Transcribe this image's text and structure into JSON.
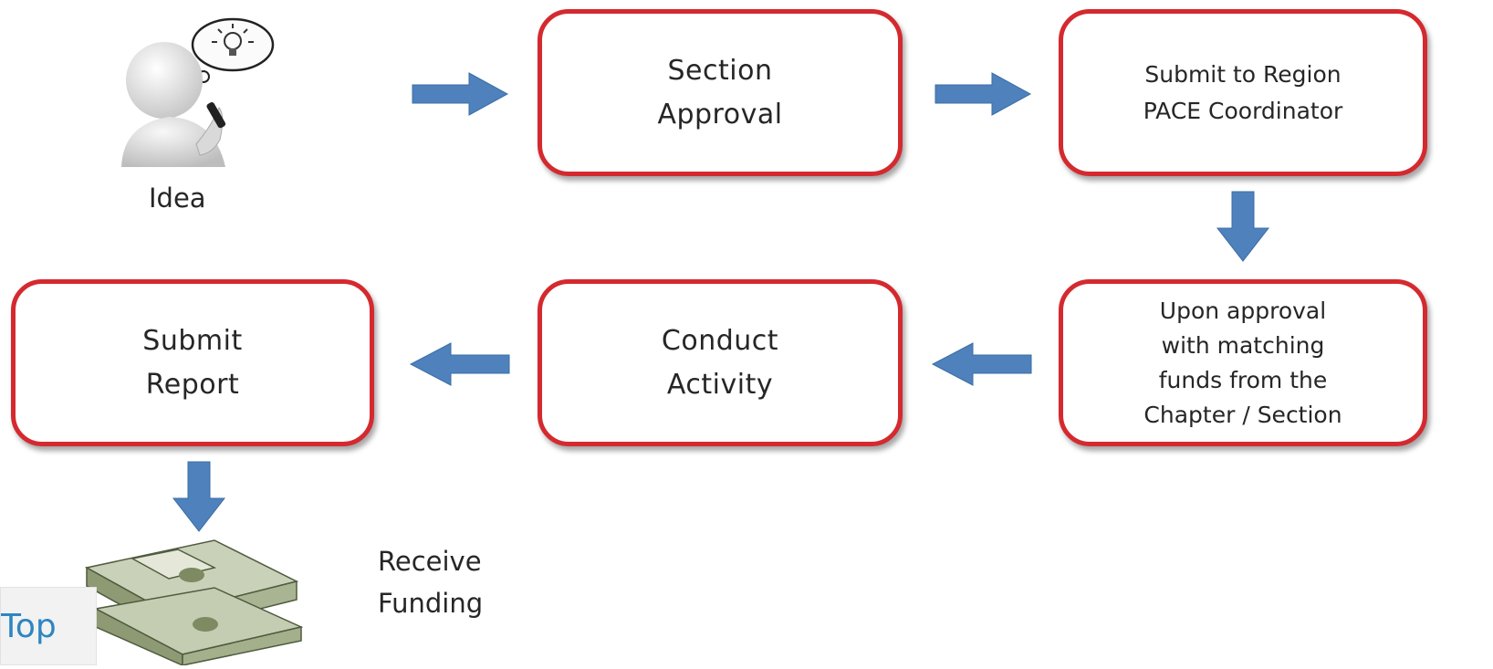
{
  "flow": {
    "idea_label": "Idea",
    "section_approval": "Section\nApproval",
    "submit_region": "Submit to Region\nPACE Coordinator",
    "upon_approval": "Upon approval\nwith matching\nfunds from the\nChapter / Section",
    "conduct_activity": "Conduct\nActivity",
    "submit_report": "Submit\nReport",
    "receive_funding": "Receive\nFunding"
  },
  "nav": {
    "top_link": "Top"
  },
  "colors": {
    "box_border": "#d42a2f",
    "arrow": "#4f81bd",
    "link": "#2e86c1"
  },
  "icons": {
    "idea": "thinking-person-lightbulb-icon",
    "money": "money-stack-icon"
  }
}
